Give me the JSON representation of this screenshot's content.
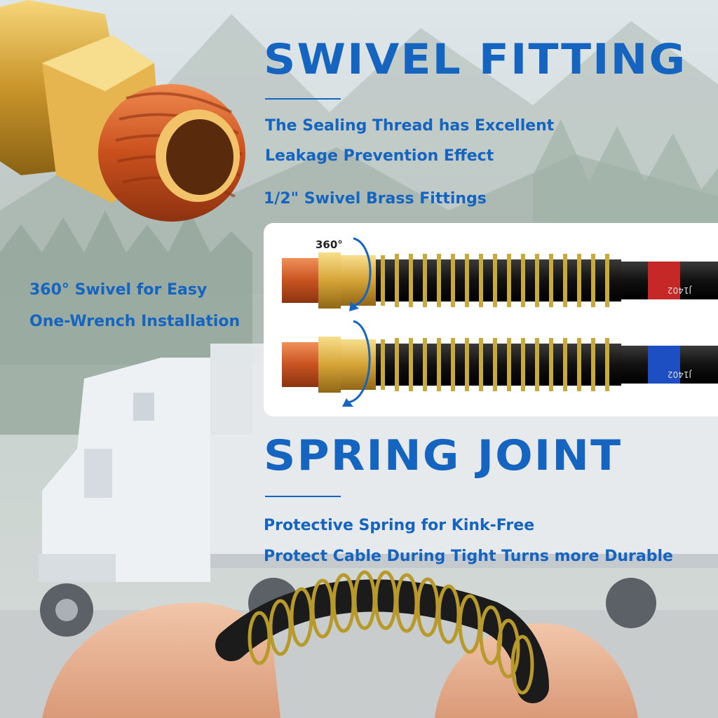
{
  "swivel": {
    "title": "SWIVEL FITTING",
    "line1": "The Sealing Thread has Excellent",
    "line2": "Leakage Prevention Effect",
    "size_label": "1/2\" Swivel Brass Fittings"
  },
  "left_caption": {
    "line1": "360° Swivel for Easy",
    "line2": "One-Wrench Installation"
  },
  "diagram": {
    "rotation_label": "360°",
    "hose_print": "J1402"
  },
  "spring": {
    "title": "SPRING JOINT",
    "line1": "Protective Spring for Kink-Free",
    "line2": "Protect  Cable During Tight Turns more Durable"
  },
  "colors": {
    "accent_blue": "#1565c0",
    "red_band": "#c62828",
    "blue_band": "#1e4fc2"
  }
}
